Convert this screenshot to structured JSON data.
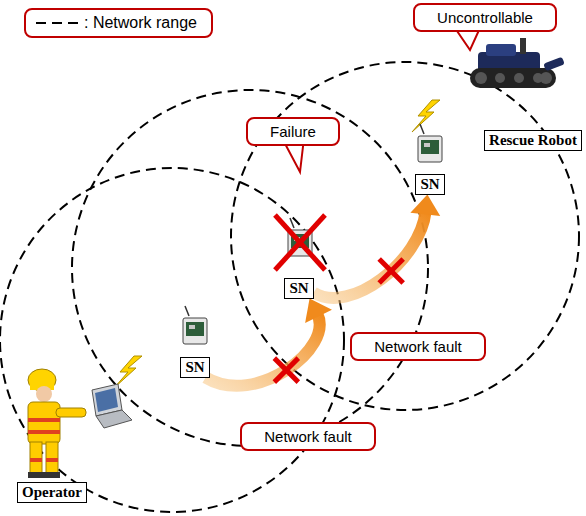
{
  "diagram": {
    "nodes": [
      {
        "text": [
          "Uncontrollable"
        ]
      },
      {
        "text": [
          "Failure"
        ]
      },
      {
        "text": [
          "Rescue Robot"
        ]
      },
      {
        "text": [
          "SN"
        ]
      },
      {
        "text": [
          "SN"
        ]
      },
      {
        "text": [
          "Network fault"
        ]
      },
      {
        "text": [
          "SN"
        ]
      },
      {
        "text": [
          "Network fault"
        ]
      },
      {
        "text": [
          "Operator"
        ]
      }
    ],
    "edges": [
      {
        "from": 6,
        "to": 4,
        "arrow": "to"
      },
      {
        "from": 4,
        "to": 3,
        "arrow": "to"
      }
    ],
    "legend": [
      {
        "text": ": Network range"
      }
    ]
  }
}
